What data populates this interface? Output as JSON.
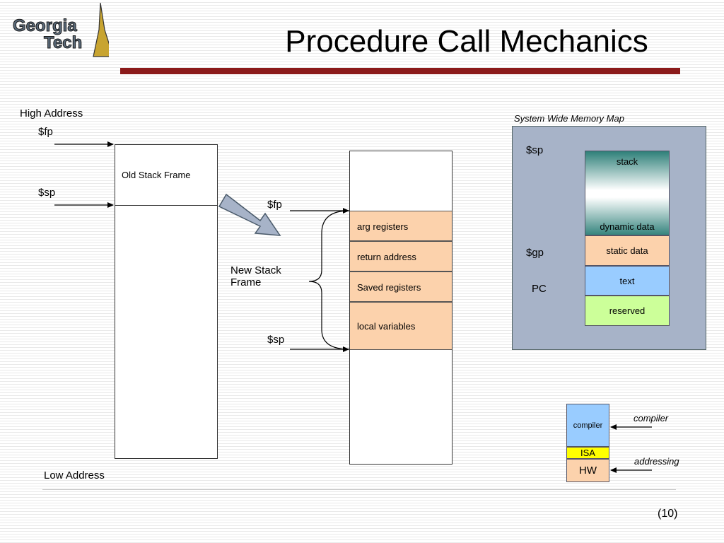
{
  "header": {
    "logo_text": [
      "Georgia",
      "Tech"
    ],
    "title": "Procedure Call Mechanics"
  },
  "colors": {
    "title_rule": "#8b1a1a",
    "frame_cell": "#fcd2ac",
    "memory_panel": "#a7b3c8",
    "stack_teal": "#2e8079",
    "static_data": "#fcd2ac",
    "text": "#99ccff",
    "reserved": "#ccff99",
    "compiler": "#99ccff",
    "isa": "#ffff00",
    "hw": "#fcd2ac"
  },
  "left": {
    "high_address": "High Address",
    "fp": "$fp",
    "sp": "$sp",
    "old_stack_frame": "Old Stack Frame",
    "low_address": "Low Address"
  },
  "middle": {
    "fp": "$fp",
    "sp": "$sp",
    "new_stack_frame": [
      "New Stack",
      "Frame"
    ],
    "cells": [
      "arg registers",
      "return address",
      "Saved registers",
      "local variables"
    ]
  },
  "memory_map": {
    "title": "System Wide Memory Map",
    "pointers": {
      "sp": "$sp",
      "gp": "$gp",
      "pc": "PC"
    },
    "segments": {
      "stack": "stack",
      "dynamic": "dynamic data",
      "static": "static data",
      "text": "text",
      "reserved": "reserved"
    }
  },
  "layers": {
    "compiler": "compiler",
    "isa": "ISA",
    "hw": "HW",
    "compiler_label": "compiler",
    "addressing_label": "addressing"
  },
  "page_number": "(10)"
}
